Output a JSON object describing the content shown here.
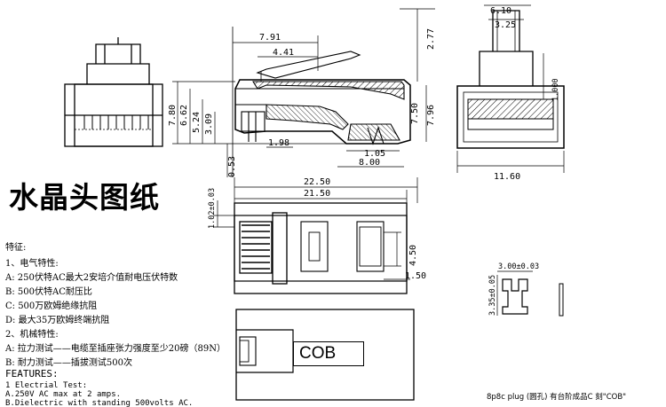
{
  "title": "水晶头图纸",
  "dimensions": {
    "side_len": "7.91",
    "latch_len": "4.41",
    "top_height": "2.77",
    "h_780": "7.80",
    "h_662": "6.62",
    "h_524": "5.24",
    "h_309": "3.09",
    "d_198": "1.98",
    "d_053": "0.53",
    "d_105": "1.05",
    "d_800": "8.00",
    "d_750": "7.50",
    "d_796": "7.96",
    "w_610": "6.10",
    "w_325": "3.25",
    "h_1000": "1.000",
    "w_1160": "11.60",
    "l_2250": "22.50",
    "l_2150": "21.50",
    "p_102": "1.02±0.03",
    "d_450": "4.50",
    "d_150": "1.50",
    "d_300": "3.00±0.03",
    "d_335": "3.35±0.05"
  },
  "specs": [
    "特征:",
    "1、电气特性:",
    "A: 250伏特AC最大2安培介值耐电压伏特数",
    "B: 500伏特AC耐压比",
    "C: 500万欧姆绝缘抗阻",
    "D: 最大35万欧姆终端抗阻",
    "2、机械特性:",
    "A: 拉力测试——电缆至插座张力强度至少20磅（89N）",
    "B: 耐力测试——插拔测试500次"
  ],
  "features": {
    "heading": "FEATURES:",
    "lines": [
      "1 Electrial Test:",
      "A.250V AC max at 2 amps.",
      "B.Dielectric with standing 500volts AC."
    ]
  },
  "cob_label": "COB",
  "caption": "8p8c plug (圆孔) 有台阶成品C 刻\"COB\""
}
